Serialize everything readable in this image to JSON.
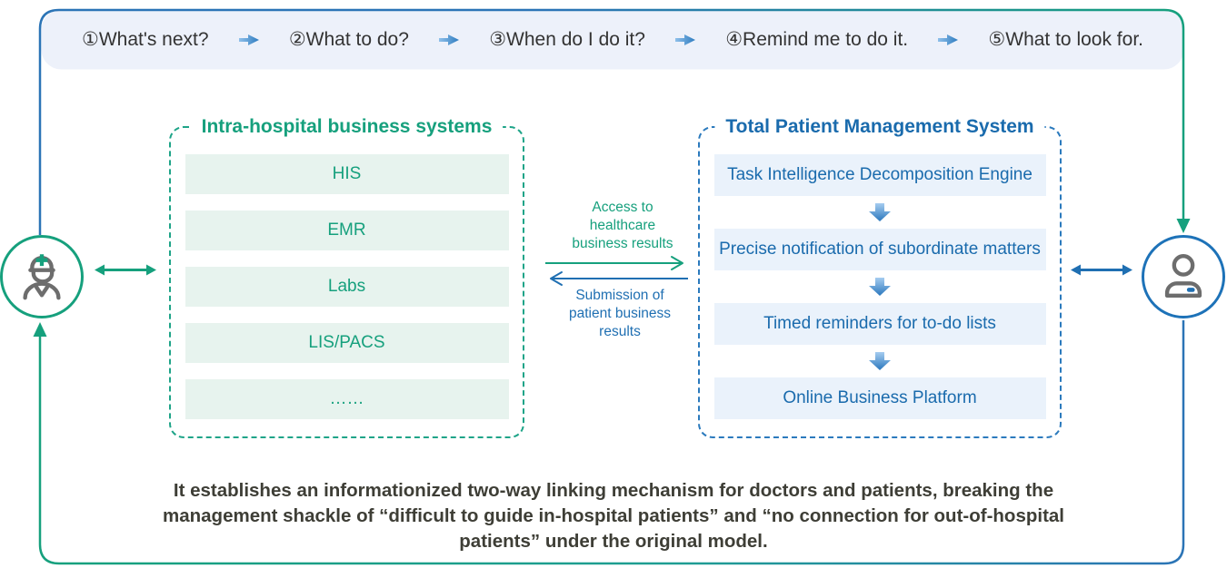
{
  "colors": {
    "green": "#16a07d",
    "blue": "#1f6fb2",
    "blue_title": "#1a6bad",
    "light_green_row": "#e7f3ee",
    "light_blue_row": "#eaf2fb",
    "top_bar_bg": "#edf1fa",
    "step_text": "#333333",
    "caption_text": "#3e3e36",
    "icon_gray": "#6d6d6d"
  },
  "top_bar": {
    "steps": [
      {
        "label": "①What's next?"
      },
      {
        "label": "②What to do?"
      },
      {
        "label": "③When do I do it?"
      },
      {
        "label": "④Remind me to do it."
      },
      {
        "label": "⑤What to look for."
      }
    ],
    "separator_icon": "right-arrow-icon"
  },
  "hospital_panel": {
    "title": "Intra-hospital business systems",
    "items": [
      {
        "label": "HIS"
      },
      {
        "label": "EMR"
      },
      {
        "label": "Labs"
      },
      {
        "label": "LIS/PACS"
      },
      {
        "label": "……"
      }
    ]
  },
  "patient_panel": {
    "title": "Total Patient Management System",
    "items": [
      {
        "label": "Task Intelligence Decomposition Engine"
      },
      {
        "label": "Precise notification of subordinate matters"
      },
      {
        "label": "Timed reminders for to-do lists"
      },
      {
        "label": "Online Business Platform"
      }
    ],
    "flow_icon": "down-arrow-icon"
  },
  "exchange": {
    "access_label_lines": [
      "Access to",
      "healthcare",
      "business results"
    ],
    "submission_label_lines": [
      "Submission of",
      "patient business",
      "results"
    ]
  },
  "actors": {
    "left_icon": "doctor-icon",
    "right_icon": "patient-icon"
  },
  "caption": "It establishes an informationized two-way linking mechanism for doctors and patients, breaking the management shackle of “difficult to guide in-hospital patients” and “no connection for out-of-hospital patients” under the original model."
}
